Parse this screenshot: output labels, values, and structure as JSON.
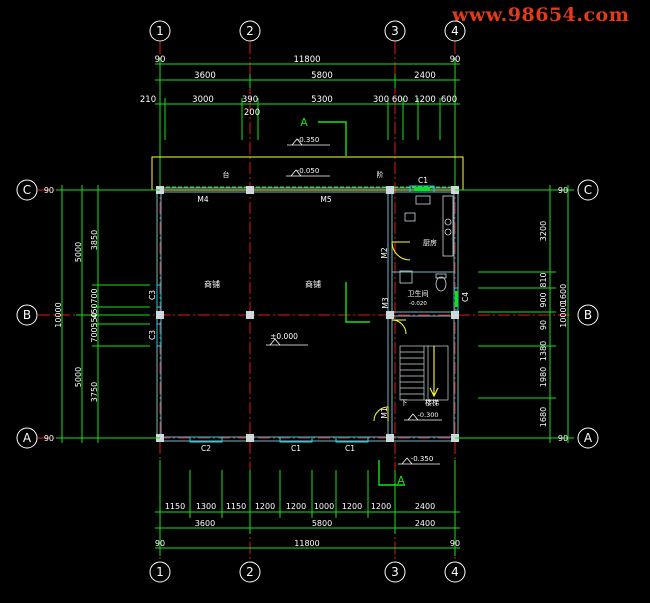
{
  "watermark": "www.98654.com",
  "colors": {
    "background": "#000000",
    "dimension": "#18e018",
    "axis": "#e01818",
    "wall": "#6fb7c9",
    "window": "#18d4e0",
    "text": "#ffffff",
    "accent": "#ffff33"
  },
  "grid": {
    "vertical": [
      "1",
      "2",
      "3",
      "4"
    ],
    "horizontal": [
      "C",
      "B",
      "A"
    ]
  },
  "dims": {
    "top_total": "11800",
    "top_row1": [
      "3600",
      "5800",
      "2400"
    ],
    "top_row2": [
      "210",
      "3000",
      "390",
      "5300",
      "300",
      "600",
      "1200",
      "600"
    ],
    "top_small": "200",
    "edge_90": "90",
    "bottom_row1": [
      "1150",
      "1300",
      "1150",
      "1200",
      "1200",
      "1000",
      "1200",
      "1200",
      "2400"
    ],
    "bottom_row2": [
      "3600",
      "5800",
      "2400"
    ],
    "bottom_total": "11800",
    "left_total": "10000",
    "left_row": [
      "5000",
      "5000"
    ],
    "left_detail": [
      "3850",
      "700",
      "450",
      "550",
      "700",
      "3750"
    ],
    "right_total": "10000",
    "right_detail": [
      "3200",
      "810",
      "1600",
      "900",
      "90",
      "1380",
      "1980",
      "1680"
    ]
  },
  "labels": {
    "section_mark": "A",
    "level_top": "-0.350",
    "level_canopy": "-0.050",
    "canopy_left": "台",
    "canopy_right": "阶",
    "door_m4": "M4",
    "door_m5": "M5",
    "door_m2": "M2",
    "door_m3": "M3",
    "door_m1": "M1",
    "window_c1_top": "C1",
    "window_c3_upper": "C3",
    "window_c3_lower": "C3",
    "window_c4": "C4",
    "window_c2": "C2",
    "window_c1_a": "C1",
    "window_c1_b": "C1",
    "shop_left": "商铺",
    "shop_right": "商铺",
    "kitchen": "厨房",
    "toilet": "卫生间",
    "toilet_level": "-0.020",
    "floor_level": "±0.000",
    "stair_down": "下",
    "stair_label": "楼梯",
    "stair_level": "-0.300",
    "level_bottom": "-0.350"
  }
}
